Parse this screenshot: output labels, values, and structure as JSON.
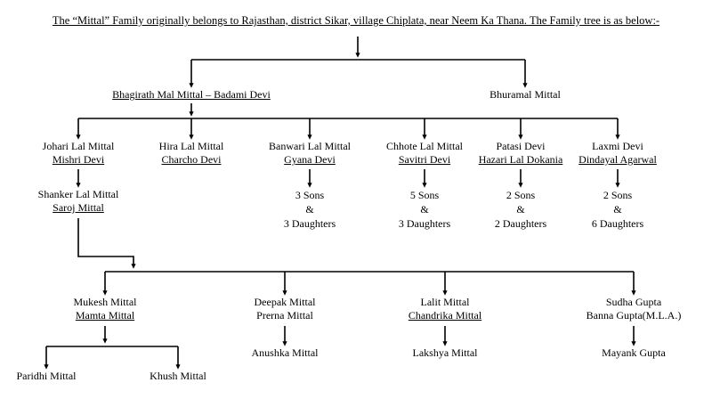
{
  "document": {
    "title_text": "The “Mittal” Family originally belongs to Rajasthan, district Sikar, village Chiplata, near Neem Ka Thana. The Family tree is as below:-",
    "line_color": "#000000",
    "text_color": "#000000",
    "background_color": "#ffffff"
  },
  "generation_1": {
    "nodes": [
      {
        "name": "bhagirath-mal-mittal",
        "line1": "Bhagirath Mal Mittal – Badami Devi",
        "line1_underlined": true
      },
      {
        "name": "bhuramal-mittal",
        "line1": "Bhuramal Mittal",
        "line1_underlined": false
      }
    ]
  },
  "generation_2": {
    "nodes": [
      {
        "name": "johari-lal-mittal",
        "line1": "Johari Lal Mittal",
        "line2": "Mishri Devi"
      },
      {
        "name": "hira-lal-mittal",
        "line1": "Hira Lal Mittal",
        "line2": "Charcho Devi"
      },
      {
        "name": "banwari-lal-mittal",
        "line1": "Banwari Lal Mittal",
        "line2": "Gyana Devi"
      },
      {
        "name": "chhote-lal-mittal",
        "line1": "Chhote Lal Mittal",
        "line2": "Savitri Devi"
      },
      {
        "name": "patasi-devi",
        "line1": "Patasi Devi",
        "line2": "Hazari Lal Dokania"
      },
      {
        "name": "laxmi-devi",
        "line1": "Laxmi Devi",
        "line2": "Dindayal Agarwal"
      }
    ]
  },
  "generation_3": {
    "shanker": {
      "name": "shanker-lal-mittal",
      "line1": "Shanker Lal Mittal",
      "line2": "Saroj Mittal"
    },
    "counts": [
      {
        "name": "banwari-children-count",
        "sons": "3 Sons",
        "amp": "&",
        "daughters": "3 Daughters"
      },
      {
        "name": "chhote-children-count",
        "sons": "5 Sons",
        "amp": "&",
        "daughters": "3 Daughters"
      },
      {
        "name": "patasi-children-count",
        "sons": "2 Sons",
        "amp": "&",
        "daughters": "2 Daughters"
      },
      {
        "name": "laxmi-children-count",
        "sons": "2 Sons",
        "amp": "&",
        "daughters": "6 Daughters"
      }
    ]
  },
  "generation_4": {
    "nodes": [
      {
        "name": "mukesh-mittal",
        "line1": "Mukesh Mittal",
        "line2": "Mamta Mittal",
        "line2_underlined": true
      },
      {
        "name": "deepak-mittal",
        "line1": "Deepak Mittal",
        "line2": "Prerna Mittal",
        "line2_underlined": false
      },
      {
        "name": "lalit-mittal",
        "line1": "Lalit Mittal",
        "line2": "Chandrika Mittal",
        "line2_underlined": true
      },
      {
        "name": "sudha-gupta",
        "line1": "Sudha Gupta",
        "line2": "Banna Gupta(M.L.A.)",
        "line2_underlined": false
      }
    ]
  },
  "generation_5": {
    "nodes": [
      {
        "name": "paridhi-mittal",
        "line1": "Paridhi Mittal"
      },
      {
        "name": "khush-mittal",
        "line1": "Khush Mittal"
      },
      {
        "name": "anushka-mittal",
        "line1": "Anushka Mittal"
      },
      {
        "name": "lakshya-mittal",
        "line1": "Lakshya Mittal"
      },
      {
        "name": "mayank-gupta",
        "line1": "Mayank Gupta"
      }
    ]
  }
}
